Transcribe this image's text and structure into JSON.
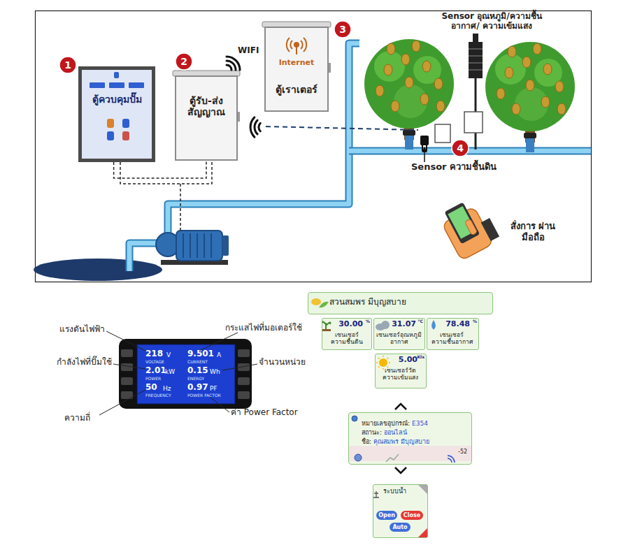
{
  "diagram": {
    "nodes": [
      {
        "text": [
          "ตู้ควบคุมปั๊ม"
        ]
      },
      {
        "text": [
          "ตู้รับ-ส่ง สัญญาณ"
        ]
      },
      {
        "text": [
          "Internet",
          "ตู้เราเตอร์"
        ]
      },
      {
        "text": [
          "218",
          "V",
          "VOLTAGE",
          "9.501",
          "A",
          "CURRENT",
          "2.01",
          "kW",
          "POWER",
          "0.15",
          "Wh",
          "ENERGY",
          "50",
          "Hz",
          "FREQUENCY",
          "0.97",
          "PF",
          "POWER FACTOR"
        ]
      },
      {
        "text": [
          "สวนสมพร มีบุญสบาย"
        ]
      },
      {
        "text": [
          "30.00",
          "%",
          "เซนเซอร์ ความชื้นดิน"
        ]
      },
      {
        "text": [
          "31.07",
          "°C",
          "เซนเซอร์อุณหภูมิ อากาศ"
        ]
      },
      {
        "text": [
          "78.48",
          "%",
          "เซนเซอร์ ความชื้นอากาศ"
        ]
      },
      {
        "text": [
          "5.00",
          "Klx",
          "เซนเซอร์วัด ความเข้มแสง"
        ]
      },
      {
        "text": [
          "หมายเลขอุปกรณ์:",
          "E354",
          "สถานะ:",
          "ออนไลน์",
          "ชื่อ:",
          "คุณสมพร มีบุญสบาย",
          "-52"
        ]
      },
      {
        "text": [
          "ระบบน้ำ"
        ]
      },
      {
        "text": [
          "Open"
        ],
        "in": 10
      },
      {
        "text": [
          "Close"
        ],
        "in": 10
      },
      {
        "text": [
          "Auto"
        ],
        "in": 10
      }
    ],
    "edges": [
      {
        "from": 0,
        "to": 1,
        "arrow": "none"
      }
    ],
    "labels": [
      "1",
      "2",
      "3",
      "4",
      "WIFI",
      "Sensor อุณหภูมิ/ความชื้นอากาศ/ ความเข้มแสง",
      "Sensor ความชื้นดิน",
      "สั่งการ ผ่านมือถือ",
      "แรงดันไฟฟ้า",
      "กระแสไฟที่มอเตอร์ใช้",
      "กำลังไฟที่ปั๊มใช้",
      "จำนวนหน่วย",
      "ความถี่",
      "ค่า Power Factor"
    ]
  }
}
